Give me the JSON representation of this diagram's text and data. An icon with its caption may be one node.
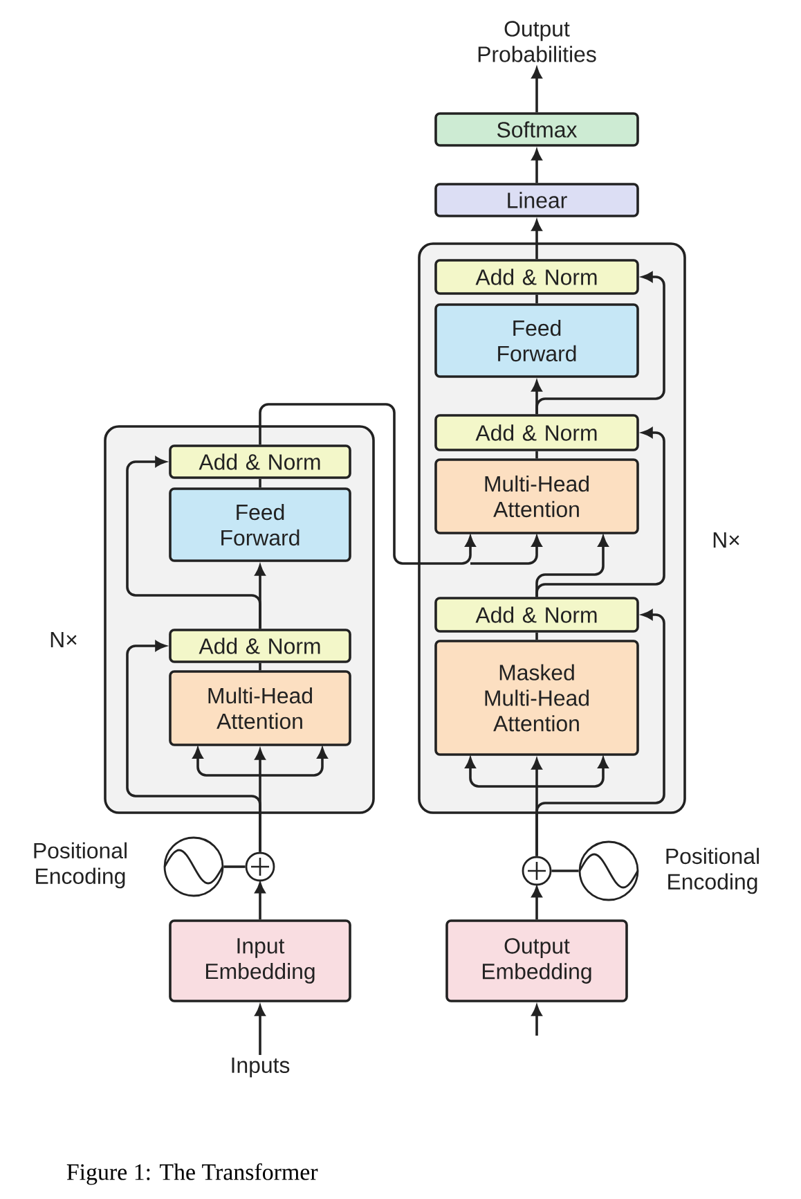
{
  "diagram": {
    "caption": "Figure 1: The Transformer",
    "nodes": [
      {
        "text": [],
        "shape": "box",
        "beside": [
          "N×"
        ]
      },
      {
        "text": [
          "Add & Norm"
        ],
        "in": 0
      },
      {
        "text": [
          "Feed Forward"
        ],
        "in": 0
      },
      {
        "text": [
          "Add & Norm"
        ],
        "in": 0
      },
      {
        "text": [
          "Multi-Head Attention"
        ],
        "in": 0
      },
      {
        "text": [],
        "shape": "box",
        "beside": [
          "N×"
        ]
      },
      {
        "text": [
          "Add & Norm"
        ],
        "in": 5
      },
      {
        "text": [
          "Feed Forward"
        ],
        "in": 5
      },
      {
        "text": [
          "Add & Norm"
        ],
        "in": 5
      },
      {
        "text": [
          "Multi-Head Attention"
        ],
        "in": 5
      },
      {
        "text": [
          "Add & Norm"
        ],
        "in": 5
      },
      {
        "text": [
          "Masked Multi-Head Attention"
        ],
        "in": 5
      },
      {
        "text": [
          "Linear"
        ]
      },
      {
        "text": [
          "Softmax"
        ]
      },
      {
        "text": [
          "Output Probabilities"
        ]
      },
      {
        "text": [],
        "shape": "circle"
      },
      {
        "text": [],
        "shape": "circle",
        "beside": [
          "Positional Encoding"
        ]
      },
      {
        "text": [
          "Input Embedding"
        ]
      },
      {
        "text": [
          "Inputs"
        ]
      },
      {
        "text": [],
        "shape": "circle"
      },
      {
        "text": [],
        "shape": "circle",
        "beside": [
          "Positional Encoding"
        ]
      },
      {
        "text": [
          "Output Embedding"
        ]
      }
    ],
    "edges": [
      {
        "from": 18,
        "to": 17,
        "arrow": "to"
      },
      {
        "from": 17,
        "to": 15,
        "arrow": "to"
      },
      {
        "from": 16,
        "to": 15,
        "arrow": "none"
      },
      {
        "from": 15,
        "to": 4,
        "arrow": "to"
      },
      {
        "from": 15,
        "to": 3,
        "arrow": "to"
      },
      {
        "from": 4,
        "to": 3,
        "arrow": "none"
      },
      {
        "from": 3,
        "to": 2,
        "arrow": "to"
      },
      {
        "from": 3,
        "to": 1,
        "arrow": "to"
      },
      {
        "from": 2,
        "to": 1,
        "arrow": "none"
      },
      {
        "from": 1,
        "to": 9,
        "arrow": "to"
      },
      {
        "from": null,
        "to": 21,
        "arrow": "to"
      },
      {
        "from": 21,
        "to": 19,
        "arrow": "to"
      },
      {
        "from": 20,
        "to": 19,
        "arrow": "none"
      },
      {
        "from": 19,
        "to": 11,
        "arrow": "to"
      },
      {
        "from": 19,
        "to": 10,
        "arrow": "to"
      },
      {
        "from": 11,
        "to": 10,
        "arrow": "none"
      },
      {
        "from": 10,
        "to": 9,
        "arrow": "to"
      },
      {
        "from": 10,
        "to": 8,
        "arrow": "to"
      },
      {
        "from": 9,
        "to": 8,
        "arrow": "none"
      },
      {
        "from": 8,
        "to": 7,
        "arrow": "to"
      },
      {
        "from": 8,
        "to": 6,
        "arrow": "to"
      },
      {
        "from": 7,
        "to": 6,
        "arrow": "none"
      },
      {
        "from": 6,
        "to": 12,
        "arrow": "to"
      },
      {
        "from": 12,
        "to": 13,
        "arrow": "to"
      },
      {
        "from": 13,
        "to": 14,
        "arrow": "to"
      }
    ]
  }
}
